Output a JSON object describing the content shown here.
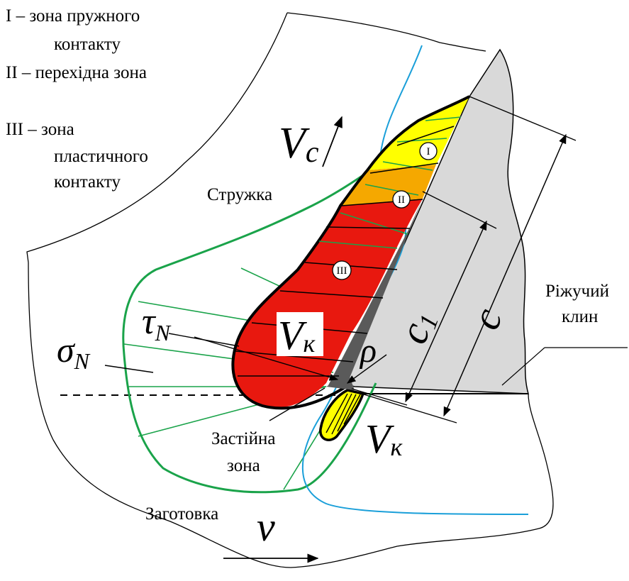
{
  "legend": {
    "zone1_line1": "I – зона пружного",
    "zone1_line2": "контакту",
    "zone2": "II – перехідна зона",
    "zone3_line1": "III – зона",
    "zone3_line2": "пластичного",
    "zone3_line3": "контакту"
  },
  "labels": {
    "chip": "Стружка",
    "workpiece": "Заготовка",
    "wedge_line1": "Ріжучий",
    "wedge_line2": "клин",
    "dead_zone_line1": "Застійна",
    "dead_zone_line2": "зона"
  },
  "symbols": {
    "vc_main": "V",
    "vc_sub": "c",
    "vk_main": "V",
    "vk_sub": "к",
    "vk2_main": "V",
    "vk2_sub": "к",
    "tau_main": "τ",
    "tau_sub": "N",
    "sigma_main": "σ",
    "sigma_sub": "N",
    "rho": "ρ",
    "c1_main": "c",
    "c1_sub": "1",
    "c": "c",
    "v": "v"
  },
  "zone_markers": {
    "zone1": "I",
    "zone2": "II",
    "zone3": "III"
  },
  "colors": {
    "zone1_fill": "#ffff00",
    "zone2_fill": "#f5a800",
    "zone3_fill": "#e8180f",
    "wedge_fill": "#d9d9d9",
    "edge_dark": "#5a5a5a",
    "stress_curve": "#1aa34a",
    "blue_curve": "#1a9fd9"
  }
}
